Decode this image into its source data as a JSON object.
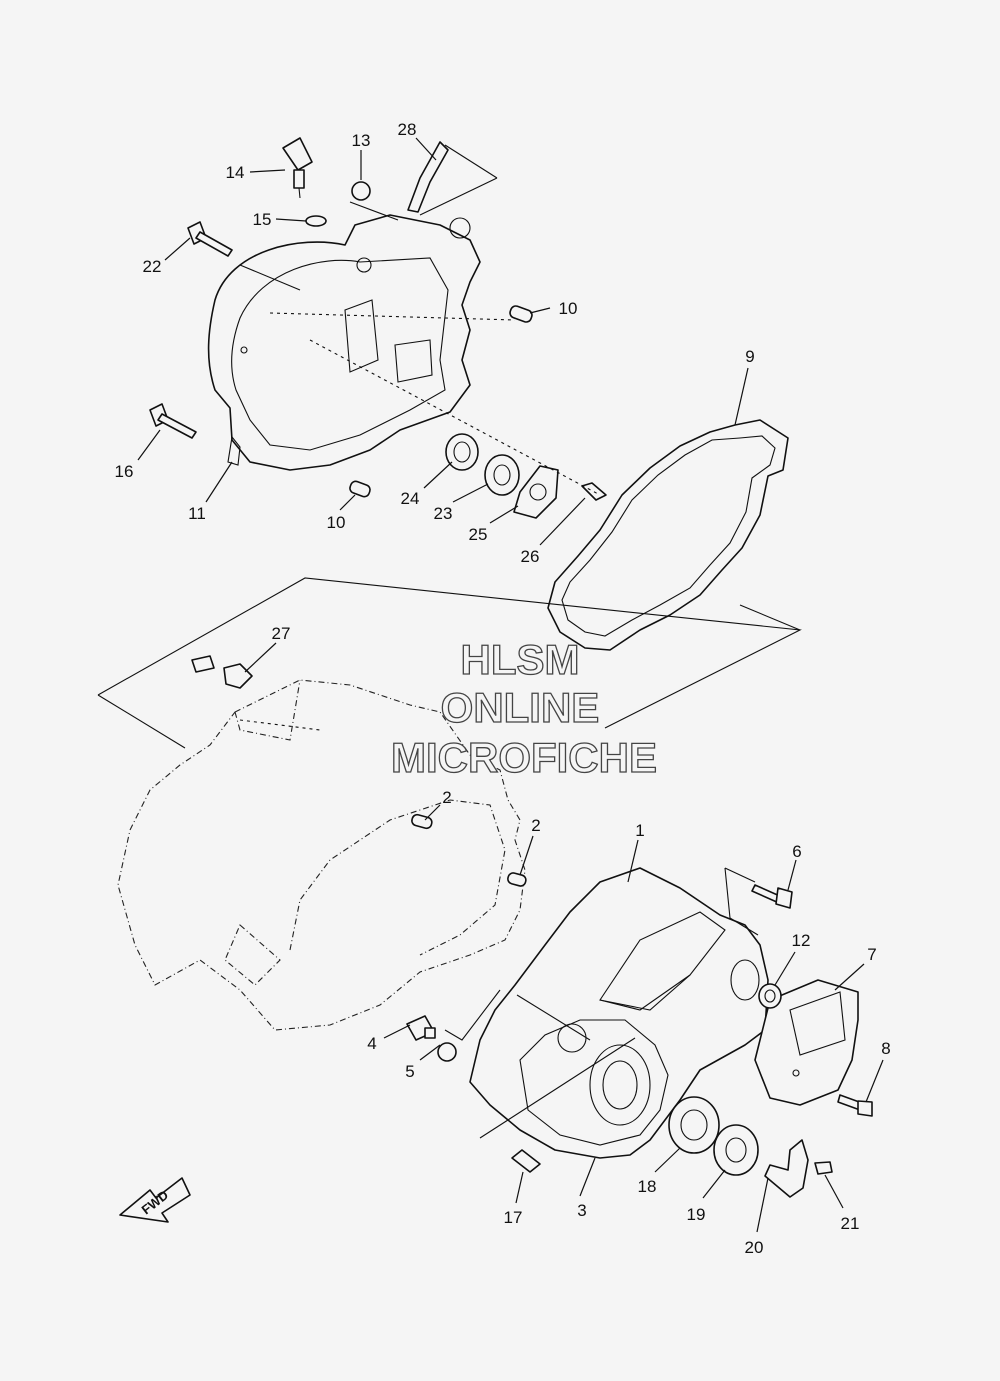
{
  "watermark": {
    "line1": "HLSM",
    "line2": "ONLINE",
    "line3": "MICROFICHE"
  },
  "direction_label": "FWD",
  "callouts": {
    "c1": "1",
    "c2a": "2",
    "c2b": "2",
    "c3": "3",
    "c4": "4",
    "c5": "5",
    "c6": "6",
    "c7": "7",
    "c8": "8",
    "c9": "9",
    "c10a": "10",
    "c10b": "10",
    "c11": "11",
    "c12": "12",
    "c13": "13",
    "c14": "14",
    "c15": "15",
    "c16": "16",
    "c17": "17",
    "c18": "18",
    "c19": "19",
    "c20": "20",
    "c21": "21",
    "c22": "22",
    "c23": "23",
    "c24": "24",
    "c25": "25",
    "c26": "26",
    "c27": "27",
    "c28": "28"
  }
}
